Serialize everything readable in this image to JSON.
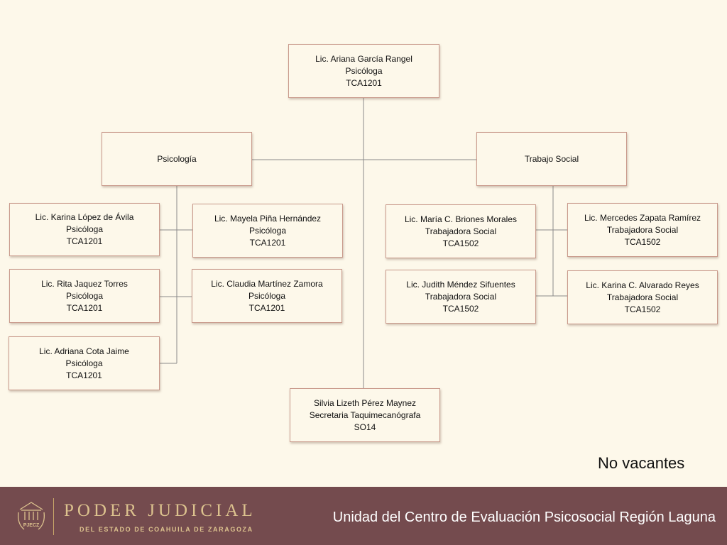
{
  "chart": {
    "director": {
      "name": "Lic. Ariana García  Rangel",
      "role": "Psicóloga",
      "code": "TCA1201"
    },
    "areas": {
      "psicologia": "Psicología",
      "trabajo_social": "Trabajo Social"
    },
    "psicologia_staff": [
      {
        "name": "Lic. Karina López de Ávila",
        "role": "Psicóloga",
        "code": "TCA1201"
      },
      {
        "name": "Lic. Mayela Piña Hernández",
        "role": "Psicóloga",
        "code": "TCA1201"
      },
      {
        "name": "Lic. Rita Jaquez Torres",
        "role": "Psicóloga",
        "code": "TCA1201"
      },
      {
        "name": "Lic. Claudia Martínez  Zamora",
        "role": "Psicóloga",
        "code": "TCA1201"
      },
      {
        "name": "Lic. Adriana Cota Jaime",
        "role": "Psicóloga",
        "code": "TCA1201"
      }
    ],
    "trabajo_social_staff": [
      {
        "name": "Lic.  María C. Briones Morales",
        "role": "Trabajadora Social",
        "code": "TCA1502"
      },
      {
        "name": "Lic. Mercedes Zapata Ramírez",
        "role": "Trabajadora Social",
        "code": "TCA1502"
      },
      {
        "name": "Lic. Judith Méndez Sifuentes",
        "role": "Trabajadora Social",
        "code": "TCA1502"
      },
      {
        "name": "Lic. Karina C. Alvarado Reyes",
        "role": "Trabajadora Social",
        "code": "TCA1502"
      }
    ],
    "secretary": {
      "name": "Silvia Lizeth Pérez  Maynez",
      "role": "Secretaria Taquimecanógrafa",
      "code": "SO14"
    }
  },
  "vacancy_note": "No vacantes",
  "footer": {
    "logo_text": "PJECZ",
    "brand_title": "PODER JUDICIAL",
    "brand_subtitle": "DEL ESTADO DE COAHUILA DE ZARAGOZA",
    "unit_title": "Unidad del Centro de Evaluación Psicosocial Región Laguna"
  },
  "colors": {
    "background": "#fdf8ea",
    "box_border": "#c99a8c",
    "connector": "#8a8a8a",
    "footer": "#744b4e",
    "brand_gold": "#dcc28e"
  }
}
